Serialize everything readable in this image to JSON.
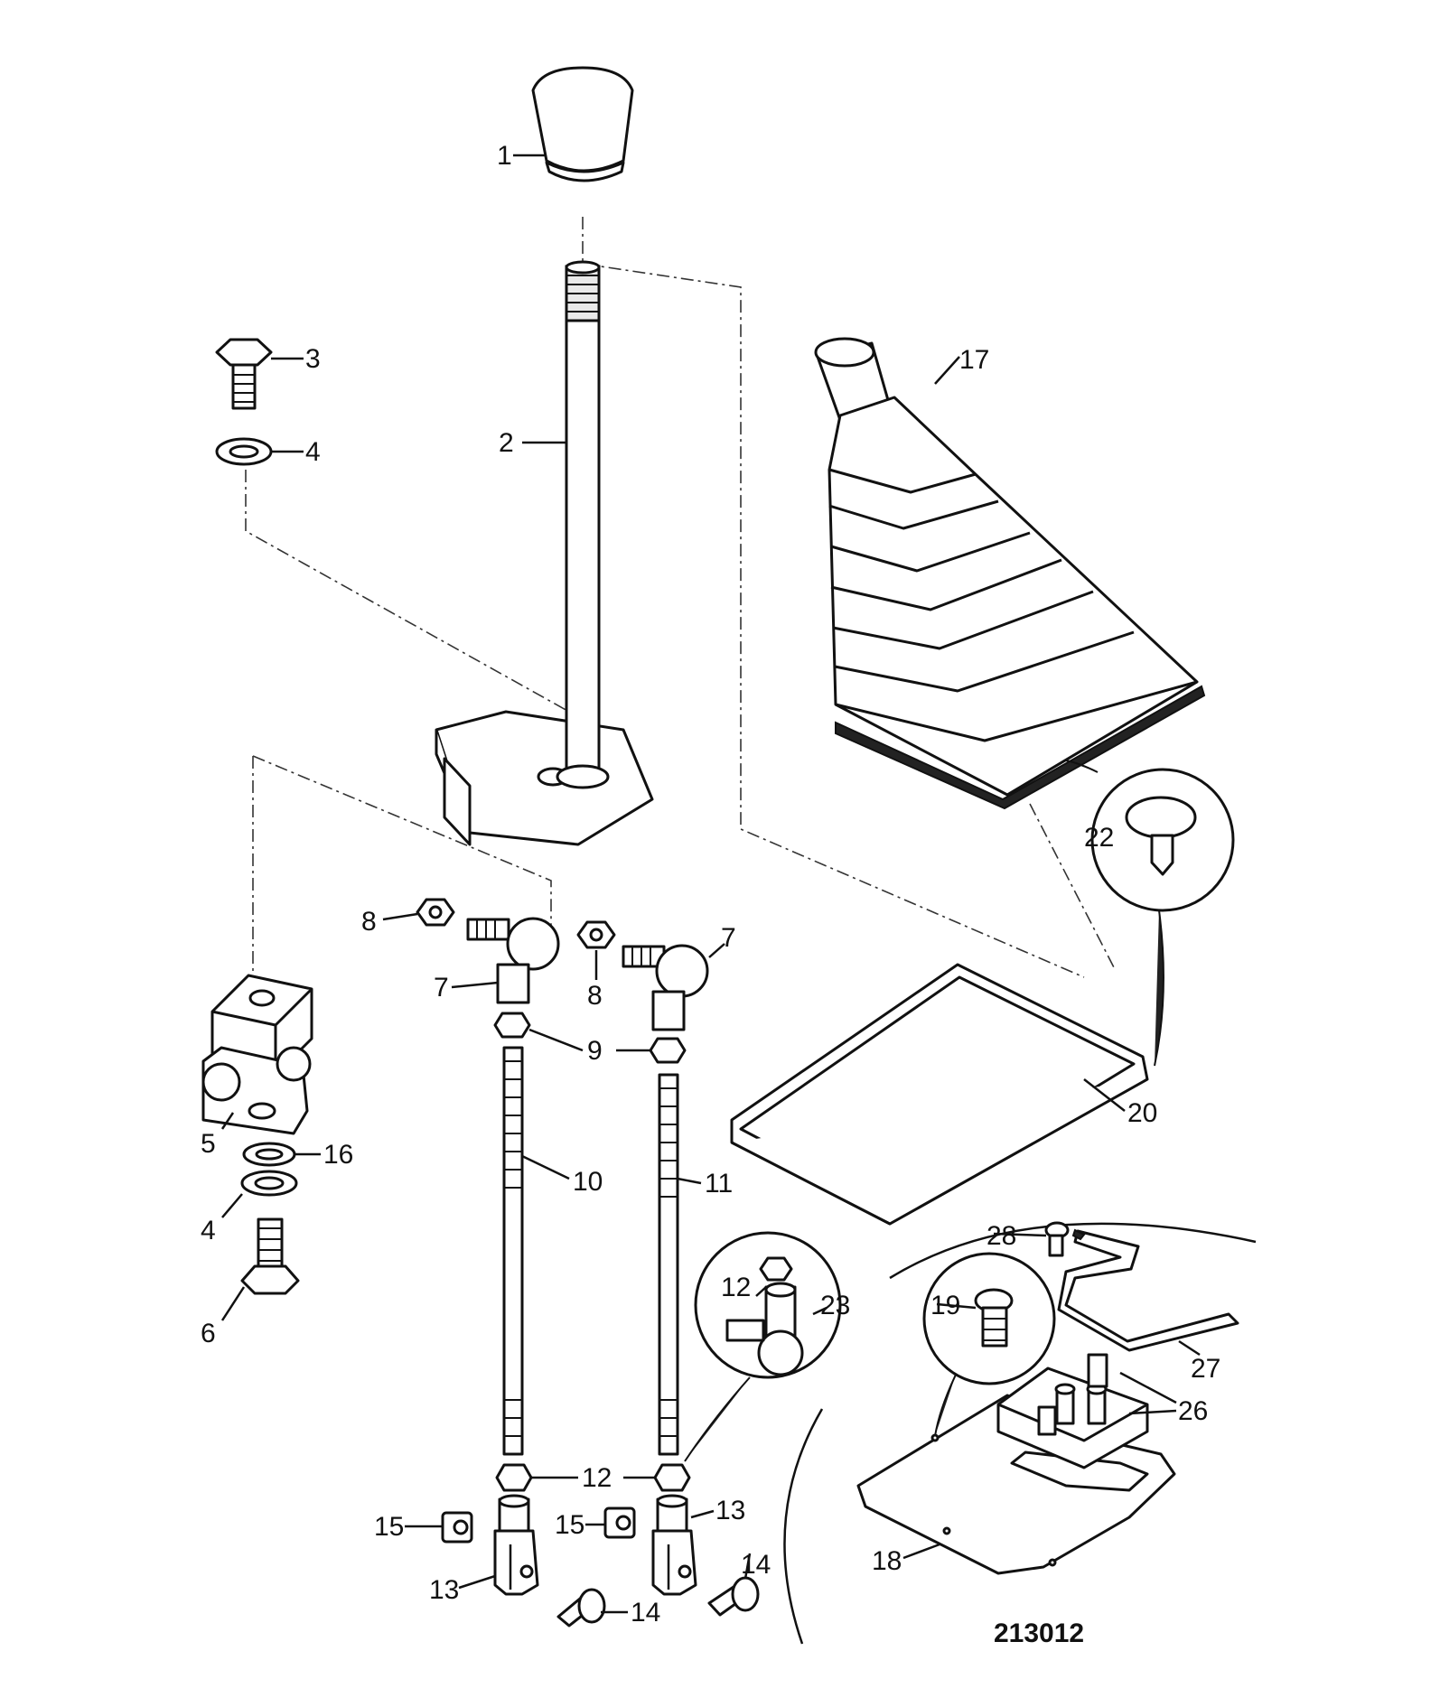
{
  "diagram": {
    "drawing_number": "213012",
    "callouts": [
      "1",
      "2",
      "3",
      "4",
      "4",
      "5",
      "6",
      "7",
      "7",
      "8",
      "8",
      "9",
      "10",
      "11",
      "12",
      "12",
      "13",
      "13",
      "14",
      "14",
      "15",
      "15",
      "16",
      "17",
      "18",
      "19",
      "20",
      "22",
      "23",
      "26",
      "27",
      "28"
    ]
  }
}
